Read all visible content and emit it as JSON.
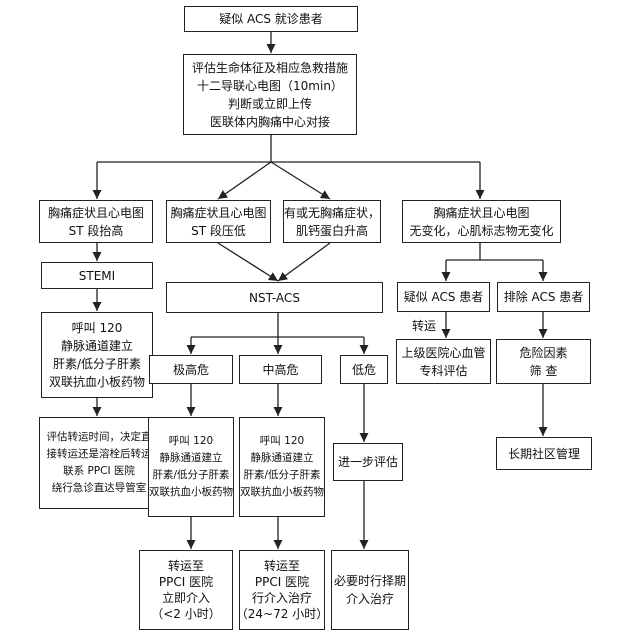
{
  "flowchart": {
    "start": "疑似 ACS 就诊患者",
    "assess": [
      "评估生命体征及相应急救措施",
      "十二导联心电图（10min）",
      "判断或立即上传",
      "医联体内胸痛中心对接"
    ],
    "st_elevation": [
      "胸痛症状且心电图",
      "ST 段抬高"
    ],
    "stemi": "STEMI",
    "stemi_treat": [
      "呼叫 120",
      "静脉通道建立",
      "肝素/低分子肝素",
      "双联抗血小板药物"
    ],
    "stemi_transfer": [
      "评估转运时间，决定直",
      "接转运还是溶栓后转运",
      "联系 PPCI 医院",
      "绕行急诊直达导管室"
    ],
    "st_depression": [
      "胸痛症状且心电图",
      "ST 段压低"
    ],
    "troponin": [
      "有或无胸痛症状，",
      "肌钙蛋白升高"
    ],
    "no_change": [
      "胸痛症状且心电图",
      "无变化，心肌标志物无变化"
    ],
    "nste_acs": "NST-ACS",
    "very_high_risk": "极高危",
    "mid_high_risk": "中高危",
    "low_risk": "低危",
    "very_high_treat": [
      "呼叫 120",
      "静脉通道建立",
      "肝素/低分子肝素",
      "双联抗血小板药物"
    ],
    "mid_high_treat": [
      "呼叫 120",
      "静脉通道建立",
      "肝素/低分子肝素",
      "双联抗血小板药物"
    ],
    "further_eval": "进一步评估",
    "transfer_immediate": [
      "转运至",
      "PPCI 医院",
      "立即介入",
      "（<2 小时）"
    ],
    "transfer_delayed": [
      "转运至",
      "PPCI 医院",
      "行介入治疗",
      "（24~72 小时）"
    ],
    "elective": [
      "必要时行择期",
      "介入治疗"
    ],
    "suspected_acs": "疑似 ACS 患者",
    "excluded_acs": "排除 ACS 患者",
    "transfer_label": "转运",
    "upper_hospital": [
      "上级医院心血管",
      "专科评估"
    ],
    "risk_screening": [
      "危险因素",
      "筛  查"
    ],
    "community": "长期社区管理"
  }
}
